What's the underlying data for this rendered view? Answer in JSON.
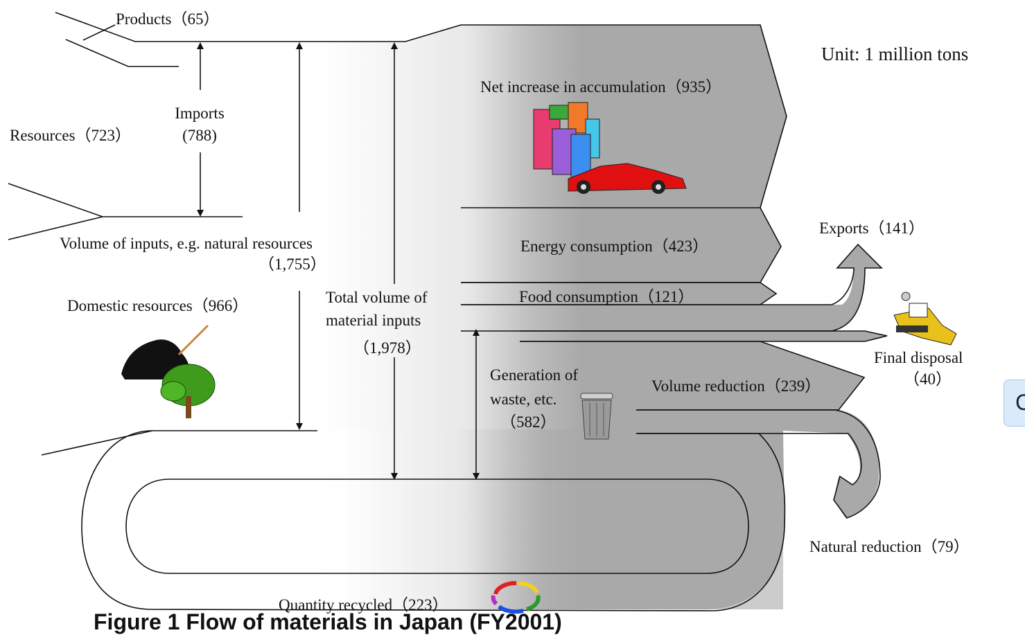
{
  "diagram": {
    "unit": "Unit: 1 million tons",
    "products": "Products（65）",
    "imports": "Imports",
    "imports_value": "(788)",
    "resources": "Resources（723）",
    "volume_of_inputs": "Volume of inputs, e.g. natural resources",
    "volume_of_inputs_value": "（1,755）",
    "domestic_resources": "Domestic resources（966）",
    "total_volume_line1": "Total volume of",
    "total_volume_line2": "material inputs",
    "total_volume_value": "（1,978）",
    "net_increase": "Net increase in accumulation（935）",
    "energy_consumption": "Energy consumption（423）",
    "food_consumption": "Food consumption（121）",
    "exports": "Exports（141）",
    "final_disposal": "Final disposal",
    "final_disposal_value": "（40）",
    "generation_line1": "Generation of",
    "generation_line2": "waste, etc.",
    "generation_value": "（582）",
    "volume_reduction": "Volume reduction（239）",
    "natural_reduction": "Natural reduction（79）",
    "quantity_recycled": "Quantity recycled（223）",
    "bottom_title": "Figure 1 Flow of materials in Japan (FY2001)"
  },
  "side_tab": {
    "label": "C"
  },
  "colors": {
    "flow_dark": "#a9a9a9",
    "flow_light": "#ffffff",
    "outline": "#111111",
    "car": "#e01010",
    "buildings": [
      "#e83b6f",
      "#9a5ed8",
      "#3c8ff0",
      "#f07a2a",
      "#44c7e8",
      "#3aa83a"
    ],
    "tree": "#3e9b1c",
    "coal": "#111111",
    "bulldozer": "#e8c21a",
    "recycle_arrows": [
      "#e02020",
      "#f0d020",
      "#2a9a2a",
      "#1a4fe0",
      "#b030c0",
      "#20b0e0"
    ]
  }
}
